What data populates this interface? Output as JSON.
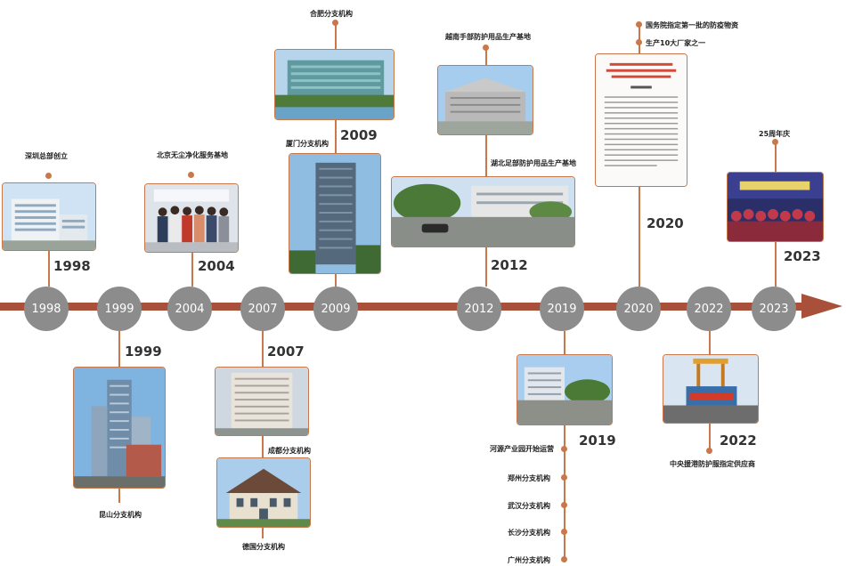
{
  "axis_years": [
    "1998",
    "1999",
    "2004",
    "2007",
    "2009",
    "2012",
    "2019",
    "2020",
    "2022",
    "2023"
  ],
  "events": {
    "shenzhen": {
      "year": "1998",
      "label": "深圳总部创立"
    },
    "kunshan": {
      "year": "1999",
      "label": "昆山分支机构"
    },
    "beijing": {
      "year": "2004",
      "label": "北京无尘净化服务基地"
    },
    "chengdu": {
      "year": "2007",
      "label": "成都分支机构"
    },
    "germany": {
      "label": "德国分支机构"
    },
    "hefei": {
      "label": "合肥分支机构"
    },
    "xiamen": {
      "year": "2009",
      "label": "厦门分支机构"
    },
    "yuenan": {
      "label": "越南手部防护用品生产基地"
    },
    "hubei": {
      "year": "2012",
      "label": "湖北足部防护用品生产基地"
    },
    "heyuan": {
      "year": "2019",
      "label": "河源产业园开始运营"
    },
    "branches": [
      "郑州分支机构",
      "武汉分支机构",
      "长沙分支机构",
      "广州分支机构"
    ],
    "guowuyuan": {
      "year": "2020",
      "label1": "国务院指定第一批的防疫物资",
      "label2": "生产10大厂家之一"
    },
    "zhongou": {
      "year": "2022",
      "label": "中央援港防护服指定供应商"
    },
    "anniv": {
      "year": "2023",
      "label": "25周年庆"
    }
  }
}
